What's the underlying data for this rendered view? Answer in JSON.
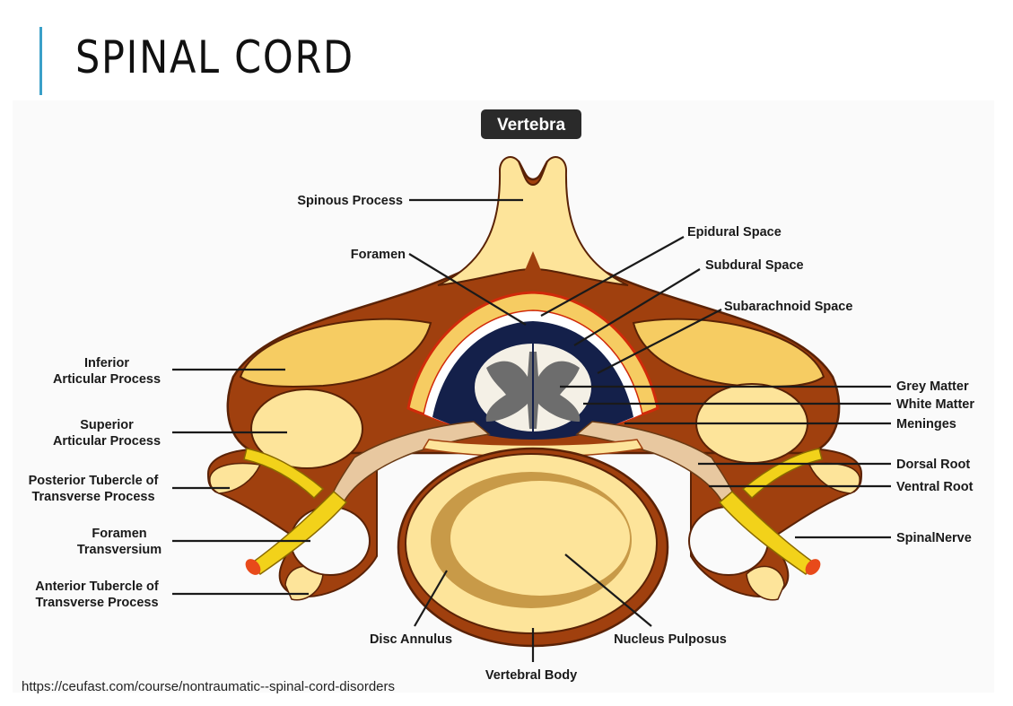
{
  "slide": {
    "title": "SPINAL CORD",
    "source": "https://ceufast.com/course/nontraumatic--spinal-cord-disorders"
  },
  "diagram": {
    "heading": "Vertebra",
    "labels": {
      "spinous_process": "Spinous Process",
      "foramen": "Foramen",
      "epidural_space": "Epidural Space",
      "subdural_space": "Subdural Space",
      "subarachnoid_space": "Subarachnoid Space",
      "inferior_articular_l1": "Inferior",
      "inferior_articular_l2": "Articular Process",
      "superior_articular_l1": "Superior",
      "superior_articular_l2": "Articular Process",
      "posterior_tubercle_l1": "Posterior Tubercle of",
      "posterior_tubercle_l2": "Transverse Process",
      "foramen_transversium_l1": "Foramen",
      "foramen_transversium_l2": "Transversium",
      "anterior_tubercle_l1": "Anterior Tubercle of",
      "anterior_tubercle_l2": "Transverse Process",
      "grey_matter": "Grey Matter",
      "white_matter": "White Matter",
      "meninges": "Meninges",
      "dorsal_root": "Dorsal Root",
      "ventral_root": "Ventral Root",
      "spinal_nerve": "SpinalNerve",
      "disc_annulus": "Disc Annulus",
      "nucleus_pulposus": "Nucleus Pulposus",
      "vertebral_body": "Vertebral Body"
    }
  },
  "colors": {
    "accent": "#3aa0c8",
    "bone_dark": "#a0400e",
    "bone_light": "#fde49a",
    "bone_mid": "#f6cc62",
    "nerve_yellow": "#f2d21a",
    "canal_navy": "#14204a",
    "grey_matter": "#6d6d6d"
  }
}
